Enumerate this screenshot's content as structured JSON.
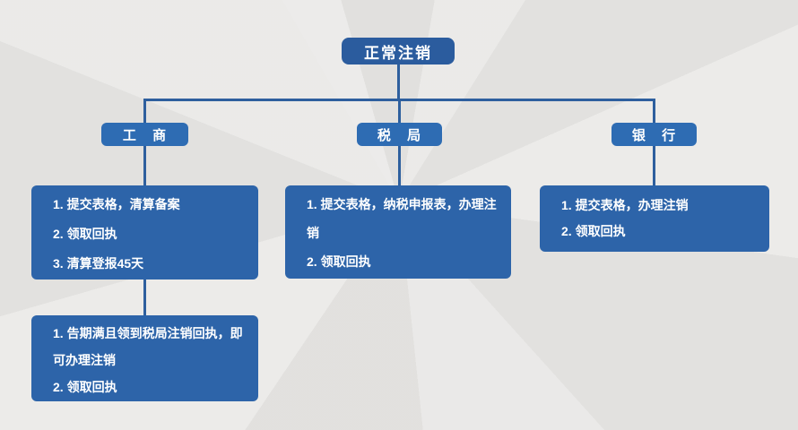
{
  "flowchart": {
    "root_label": "正常注销",
    "colors": {
      "background": "#e5e4e2",
      "root_box": "#2b5c9e",
      "branch_box": "#2e6cb3",
      "content_box": "#2d64a9",
      "connector": "#2e5f9e",
      "text": "#ffffff"
    },
    "branches": [
      {
        "id": "gongshang",
        "label": "工 商",
        "boxes": [
          {
            "items": [
              "1. 提交表格，清算备案",
              "2. 领取回执",
              "3. 清算登报45天"
            ]
          },
          {
            "items": [
              "1. 告期满且领到税局注销回执，即可办理注销",
              "2. 领取回执"
            ]
          }
        ]
      },
      {
        "id": "shuiju",
        "label": "税 局",
        "boxes": [
          {
            "items": [
              "1. 提交表格，纳税申报表，办理注销",
              "2. 领取回执"
            ]
          }
        ]
      },
      {
        "id": "yinhang",
        "label": "银 行",
        "boxes": [
          {
            "items": [
              "1. 提交表格，办理注销",
              "2. 领取回执"
            ]
          }
        ]
      }
    ]
  }
}
